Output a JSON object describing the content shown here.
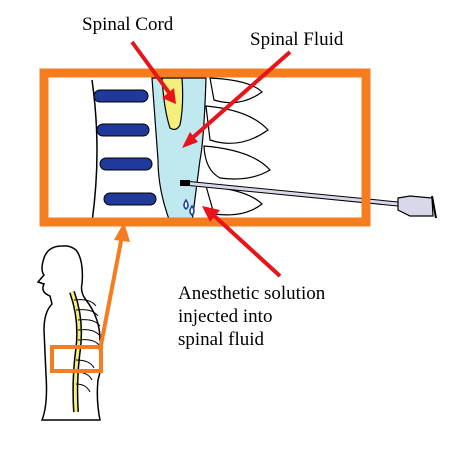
{
  "labels": {
    "spinal_cord": "Spinal Cord",
    "spinal_fluid": "Spinal Fluid",
    "anesthetic_line1": "Anesthetic solution",
    "anesthetic_line2": "injected into",
    "anesthetic_line3": "spinal fluid"
  },
  "colors": {
    "frame": "#f57c1f",
    "arrow": "#e8141c",
    "vertebra": "#1f3a9a",
    "spinal_fluid": "#bfe9ef",
    "spinal_cord": "#f3ef7a",
    "needle": "#d8d8ea"
  },
  "icons": {
    "figure": "human-silhouette-icon",
    "needle": "syringe-needle-icon",
    "drops": "fluid-drop-icon"
  }
}
